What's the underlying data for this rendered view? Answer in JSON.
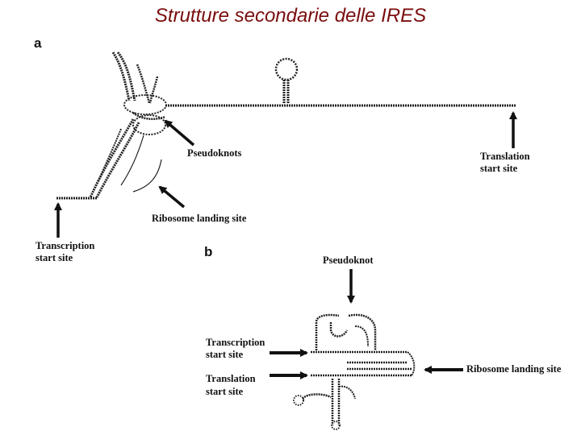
{
  "title": "Strutture secondarie delle IRES",
  "panel_a": {
    "letter": "a",
    "labels": {
      "pseudoknots": "Pseudoknots",
      "translation_line1": "Translation",
      "translation_line2": "start site",
      "ribosome": "Ribosome landing site",
      "transcription_line1": "Transcription",
      "transcription_line2": "start site"
    }
  },
  "panel_b": {
    "letter": "b",
    "labels": {
      "pseudoknot": "Pseudoknot",
      "transcription_line1": "Transcription",
      "transcription_line2": "start site",
      "translation_line1": "Translation",
      "translation_line2": "start site",
      "ribosome": "Ribosome landing site"
    }
  },
  "colors": {
    "title": "#7a0d0d",
    "ink": "#111111"
  }
}
